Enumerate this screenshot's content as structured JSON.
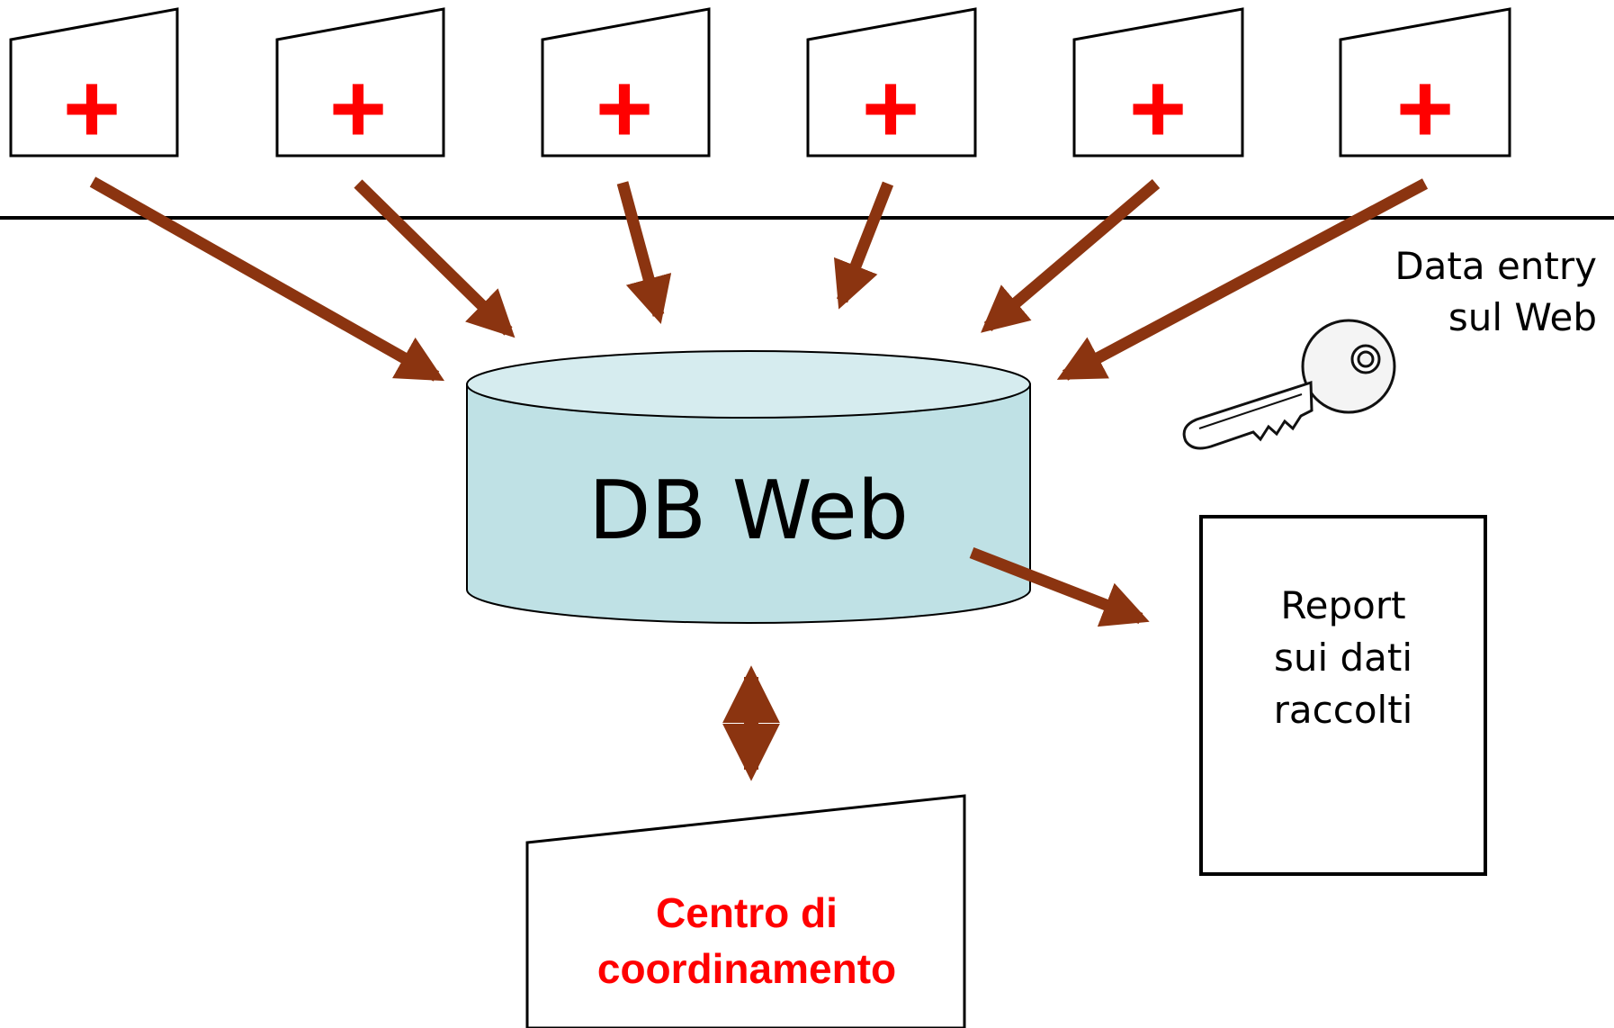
{
  "colors": {
    "arrow": "#8b3410",
    "cross": "#ff0000",
    "db_fill": "#bfe1e5",
    "db_top": "#d6ecef",
    "stroke": "#000000",
    "coord_text": "#ff0000"
  },
  "hospitals": [
    {
      "symbol": "+",
      "icon": "red-cross-icon"
    },
    {
      "symbol": "+",
      "icon": "red-cross-icon"
    },
    {
      "symbol": "+",
      "icon": "red-cross-icon"
    },
    {
      "symbol": "+",
      "icon": "red-cross-icon"
    },
    {
      "symbol": "+",
      "icon": "red-cross-icon"
    },
    {
      "symbol": "+",
      "icon": "red-cross-icon"
    }
  ],
  "database": {
    "label": "DB Web"
  },
  "data_entry": {
    "line1": "Data entry",
    "line2": "sul Web",
    "icon": "key-icon"
  },
  "report": {
    "line1": "Report",
    "line2": "sui dati",
    "line3": "raccolti"
  },
  "coordination": {
    "line1": "Centro di",
    "line2": "coordinamento"
  }
}
